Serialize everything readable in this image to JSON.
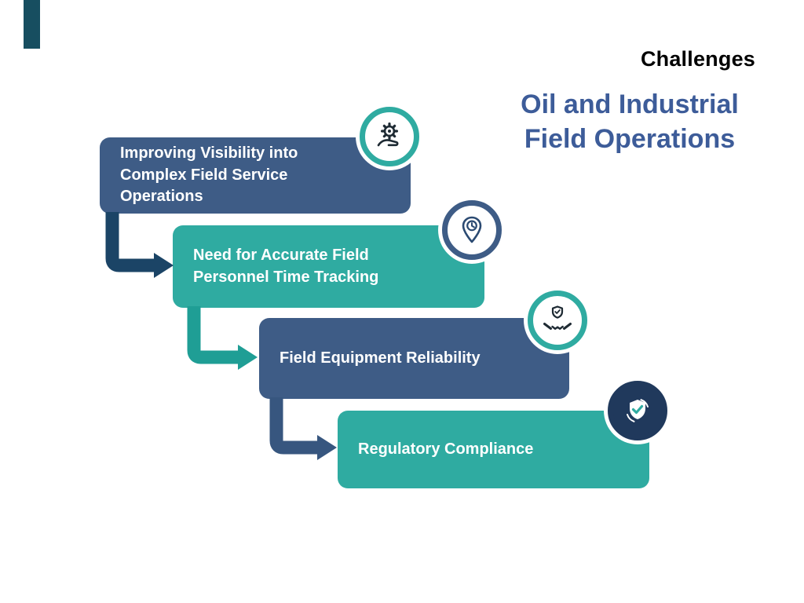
{
  "page": {
    "background": "#ffffff"
  },
  "accent_bar": {
    "color": "#174e60"
  },
  "header": {
    "kicker": "Challenges",
    "title_line1": "Oil and Industrial",
    "title_line2": "Field Operations",
    "title_color": "#3d5c99",
    "kicker_color": "#000000"
  },
  "steps": [
    {
      "label": "Improving Visibility into Complex Field Service Operations",
      "icon": "gear-hand-icon",
      "box_color": "#3e5c86",
      "icon_ring_color": "#2faba1"
    },
    {
      "label": "Need for Accurate Field Personnel Time Tracking",
      "icon": "location-clock-icon",
      "box_color": "#2faba1",
      "icon_ring_color": "#3e5c86"
    },
    {
      "label": "Field Equipment Reliability",
      "icon": "handshake-shield-icon",
      "box_color": "#3e5c86",
      "icon_ring_color": "#2faba1"
    },
    {
      "label": "Regulatory Compliance",
      "icon": "shield-check-icon",
      "box_color": "#2faba1",
      "icon_ring_color": "#20395c"
    }
  ],
  "connectors": [
    {
      "from": "step-1",
      "to": "step-2",
      "color": "#1b4466"
    },
    {
      "from": "step-2",
      "to": "step-3",
      "color": "#1f9e95"
    },
    {
      "from": "step-3",
      "to": "step-4",
      "color": "#37567f"
    }
  ],
  "colors": {
    "dark_blue_box": "#3e5c86",
    "teal_box": "#2faba1",
    "title_blue": "#3d5c99",
    "arrow_navy": "#1b4466",
    "arrow_teal": "#1f9e95",
    "arrow_blue": "#37567f",
    "accent_bar": "#174e60",
    "step_text": "#ffffff"
  }
}
